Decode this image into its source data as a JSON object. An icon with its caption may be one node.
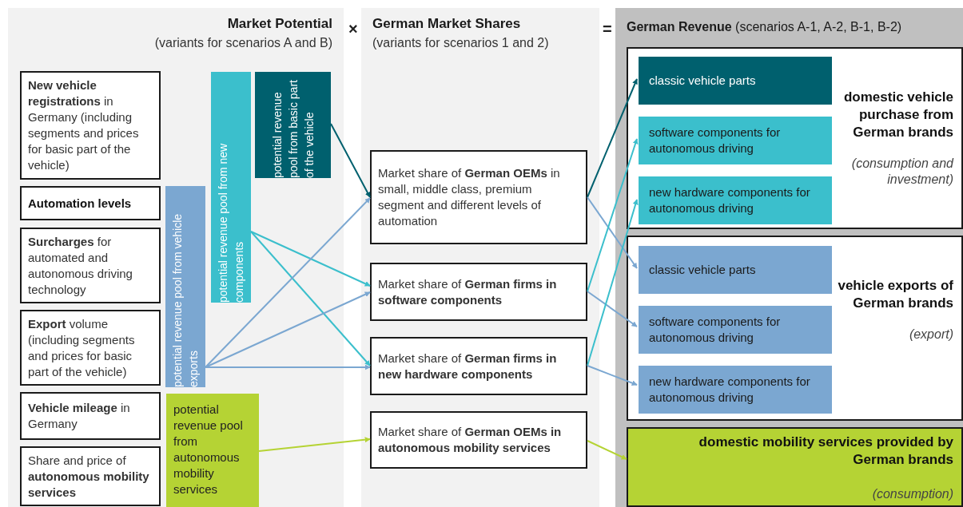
{
  "diagram": {
    "nodes": [
      {
        "text": [
          "Market Potential",
          "(variants for scenarios A and B)"
        ]
      },
      {
        "text": [
          "**New vehicle registrations** in Germany (including segments and prices for basic part of the vehicle)"
        ],
        "in": 0
      },
      {
        "text": [
          "Automation levels"
        ],
        "in": 0
      },
      {
        "text": [
          "**Surcharges** for automated and autonomous driving technology"
        ],
        "in": 0
      },
      {
        "text": [
          "**Export** volume (including segments and prices for basic part of the vehicle)"
        ],
        "in": 0
      },
      {
        "text": [
          "**Vehicle mileage** in Germany"
        ],
        "in": 0
      },
      {
        "text": [
          "Share and price of **autonomous mobility services**"
        ],
        "in": 0
      },
      {
        "text": [
          "potential revenue pool from vehicle exports"
        ],
        "in": 0
      },
      {
        "text": [
          "potential revenue pool from new components"
        ],
        "in": 0
      },
      {
        "text": [
          "potential revenue pool from basic part of the vehicle"
        ],
        "in": 0
      },
      {
        "text": [
          "potential revenue pool from autonomous mobility services"
        ],
        "in": 0
      },
      {
        "text": [
          "German Market Shares",
          "(variants for scenarios 1 and 2)"
        ]
      },
      {
        "text": [
          "Market share of **German OEMs** in small, middle class, premium segment and different levels of automation"
        ],
        "in": 11
      },
      {
        "text": [
          "Market share of **German firms in software components**"
        ],
        "in": 11
      },
      {
        "text": [
          "Market share of **German firms in new hardware components**"
        ],
        "in": 11
      },
      {
        "text": [
          "Market share of **German OEMs in autonomous mobility services**"
        ],
        "in": 11
      },
      {
        "text": [
          "**German Revenue** (scenarios A-1, A-2, B-1, B-2)"
        ]
      },
      {
        "text": [
          "domestic vehicle purchase from German brands",
          "(consumption and investment)"
        ],
        "in": 16
      },
      {
        "text": [
          "classic vehicle parts"
        ],
        "in": 17
      },
      {
        "text": [
          "software components for autonomous driving"
        ],
        "in": 17
      },
      {
        "text": [
          "new hardware components for autonomous driving"
        ],
        "in": 17
      },
      {
        "text": [
          "vehicle exports of German brands",
          "(export)"
        ],
        "in": 16
      },
      {
        "text": [
          "classic vehicle parts"
        ],
        "in": 21
      },
      {
        "text": [
          "software components for autonomous driving"
        ],
        "in": 21
      },
      {
        "text": [
          "new hardware components for autonomous driving"
        ],
        "in": 21
      },
      {
        "text": [
          "domestic mobility services provided by German brands",
          "(consumption)"
        ],
        "in": 16
      }
    ],
    "edges": [
      {
        "from": 9,
        "to": 12,
        "arrow": "to",
        "color": "#00606e"
      },
      {
        "from": 8,
        "to": 13,
        "arrow": "to",
        "color": "#3bbfcc"
      },
      {
        "from": 8,
        "to": 14,
        "arrow": "to",
        "color": "#3bbfcc"
      },
      {
        "from": 7,
        "to": 12,
        "arrow": "to",
        "color": "#7ba7d1"
      },
      {
        "from": 7,
        "to": 13,
        "arrow": "to",
        "color": "#7ba7d1"
      },
      {
        "from": 7,
        "to": 14,
        "arrow": "to",
        "color": "#7ba7d1"
      },
      {
        "from": 10,
        "to": 15,
        "arrow": "to",
        "color": "#b5d334"
      },
      {
        "from": 12,
        "to": 18,
        "arrow": "to",
        "color": "#00606e"
      },
      {
        "from": 12,
        "to": 22,
        "arrow": "to",
        "color": "#7ba7d1"
      },
      {
        "from": 13,
        "to": 19,
        "arrow": "to",
        "color": "#3bbfcc"
      },
      {
        "from": 13,
        "to": 23,
        "arrow": "to",
        "color": "#7ba7d1"
      },
      {
        "from": 14,
        "to": 20,
        "arrow": "to",
        "color": "#3bbfcc"
      },
      {
        "from": 14,
        "to": 24,
        "arrow": "to",
        "color": "#7ba7d1"
      },
      {
        "from": 15,
        "to": 25,
        "arrow": "to",
        "color": "#b5d334"
      }
    ],
    "labels": [
      "×",
      "="
    ]
  }
}
